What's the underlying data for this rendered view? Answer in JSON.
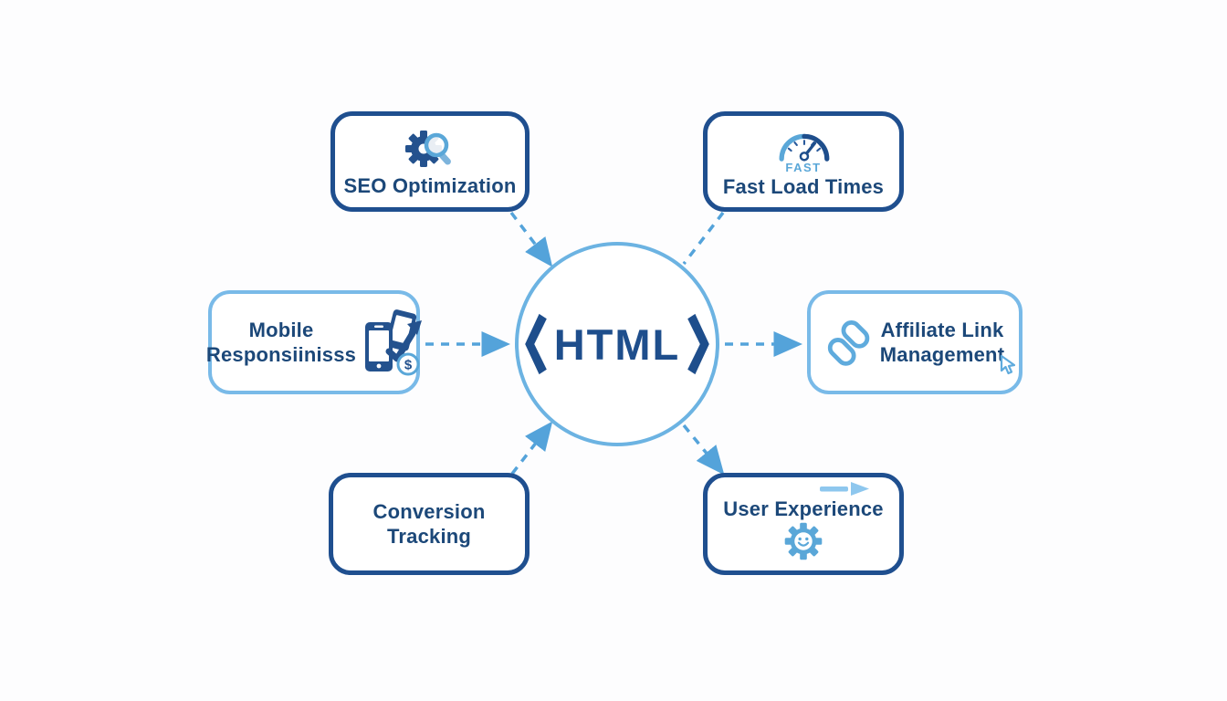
{
  "page": {
    "background": "#fdfdfe",
    "type": "mind-map-diagram"
  },
  "center": {
    "label": "HTML",
    "bracket_left": "angle-bracket-left",
    "bracket_right": "angle-bracket-right"
  },
  "nodes": {
    "seo": {
      "label": "SEO Optimization",
      "icon": "gear-search-icon",
      "border_style": "dark"
    },
    "fast": {
      "label": "Fast Load Times",
      "badge": "FAST",
      "icon": "speedometer-icon",
      "border_style": "dark"
    },
    "mobile": {
      "line1": "Mobile",
      "line2": "Responsiinisss",
      "icon": "phones-checkmark-dollar-icon",
      "dollar": "$",
      "border_style": "light"
    },
    "affiliate": {
      "line1": "Affiliate Link",
      "line2": "Management",
      "icon": "chain-link-icon",
      "secondary_icon": "cursor-icon",
      "border_style": "light"
    },
    "conversion": {
      "line1": "Conversion",
      "line2": "Tracking",
      "border_style": "dark"
    },
    "ux": {
      "label": "User Experience",
      "icon": "arrow-right-icon",
      "secondary_icon": "gear-smiley-icon",
      "border_style": "dark"
    }
  },
  "connectors": [
    {
      "from": "seo",
      "to": "center",
      "style": "dashed",
      "arrowhead": "at-center"
    },
    {
      "from": "fast",
      "to": "center",
      "style": "dashed",
      "arrowhead": "none"
    },
    {
      "from": "mobile",
      "to": "center",
      "style": "dashed",
      "arrowhead": "at-center"
    },
    {
      "from": "center",
      "to": "affiliate",
      "style": "dashed",
      "arrowhead": "at-node"
    },
    {
      "from": "conversion",
      "to": "center",
      "style": "dashed",
      "arrowhead": "at-center"
    },
    {
      "from": "center",
      "to": "ux",
      "style": "dashed",
      "arrowhead": "at-node"
    }
  ],
  "colors": {
    "dark_blue_border": "#1f4f8f",
    "text_blue": "#1c4879",
    "light_blue_border": "#79bae8",
    "circle_blue": "#6cb3e2",
    "connector_blue": "#54a3da",
    "icon_dark": "#24528e",
    "icon_light": "#5aa7d8",
    "arrow_accent": "#8ec7ee",
    "background": "#fdfdfe"
  }
}
